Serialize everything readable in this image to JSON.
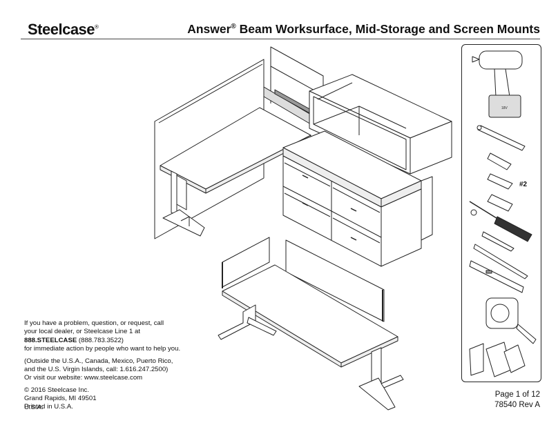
{
  "header": {
    "logo": "Steelcase",
    "title": "Answer",
    "title_rest": " Beam Worksurface, Mid-Storage and Screen Mounts"
  },
  "contact": {
    "line1": "If you have a problem, question, or request, call",
    "line2": "your local dealer, or Steelcase Line 1 at",
    "phone_bold": "888.STEELCASE",
    "phone_num": " (888.783.3522)",
    "line4": "for immediate action by people who want to help you.",
    "outside1": "(Outside the U.S.A., Canada, Mexico, Puerto Rico,",
    "outside2": "and the U.S. Virgin Islands, call: 1.616.247.2500)",
    "website": "Or visit our website: www.steelcase.com",
    "copyright": "© 2016 Steelcase Inc.",
    "city": "Grand Rapids, MI 49501",
    "country": "U.S.A.",
    "printed": "Printed in U.S.A."
  },
  "footer": {
    "page": "Page 1 of 12",
    "doc": "78540 Rev A"
  },
  "tools": {
    "bit_label": "#2",
    "drill_label": "18V"
  }
}
